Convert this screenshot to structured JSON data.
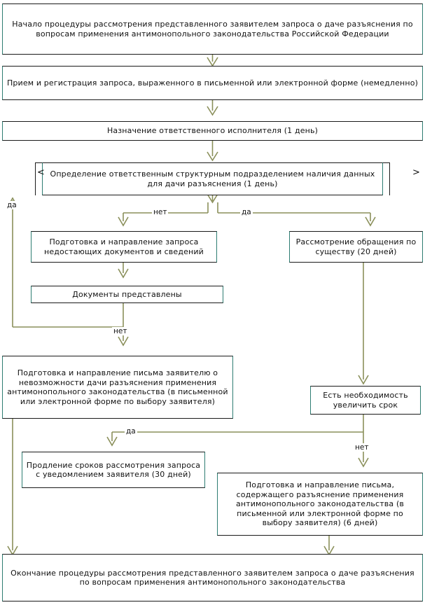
{
  "diagram": {
    "title": "Блок-схема процедуры рассмотрения запроса о даче разъяснения",
    "colors": {
      "box_border": "#1a1a1a",
      "box_border_side": "#2e7d72",
      "connector": "#8a8f5a",
      "connector_alt": "#2e7d72",
      "text": "#111111",
      "background": "#ffffff"
    },
    "nodes": [
      {
        "id": "start",
        "text": "Начало процедуры рассмотрения представленного заявителем запроса о даче разъяснения по вопросам применения антимонопольного законодательства Российской Федерации"
      },
      {
        "id": "receive",
        "text": "Прием и регистрация запроса, выраженного в письменной или электронной форме (немедленно)"
      },
      {
        "id": "assign",
        "text": "Назначение ответственного исполнителя (1 день)"
      },
      {
        "id": "decision",
        "text": "Определение ответственным структурным подразделением наличия данных для дачи разъяснения (1 день)"
      },
      {
        "id": "request-docs",
        "text": "Подготовка и направление запроса недостающих документов и сведений"
      },
      {
        "id": "review-merits",
        "text": "Рассмотрение обращения по существу (20 дней)"
      },
      {
        "id": "docs-provided",
        "text": "Документы представлены"
      },
      {
        "id": "impossible-letter",
        "text": "Подготовка и направление письма заявителю о невозможности дачи разъяснения применения антимонопольного законодательства (в письменной или электронной форме по выбору заявителя)"
      },
      {
        "id": "need-extension",
        "text": "Есть необходимость увеличить срок"
      },
      {
        "id": "extend-term",
        "text": "Продление сроков рассмотрения запроса с уведомлением заявителя (30 дней)"
      },
      {
        "id": "send-clarification",
        "text": "Подготовка и направление письма, содержащего разъяснение применения антимонопольного законодательства (в письменной или электронной форме по выбору заявителя) (6 дней)"
      },
      {
        "id": "end",
        "text": "Окончание процедуры рассмотрения представленного заявителем запроса о даче разъяснения по вопросам применения антимонопольного законодательства"
      }
    ],
    "edge_labels": [
      {
        "id": "label-da-left",
        "text": "да"
      },
      {
        "id": "label-net-mid",
        "text": "нет"
      },
      {
        "id": "label-da-mid",
        "text": "да"
      },
      {
        "id": "label-net-docs",
        "text": "нет"
      },
      {
        "id": "label-da-ext",
        "text": "да"
      },
      {
        "id": "label-net-ext",
        "text": "нет"
      }
    ],
    "decision_carets": [
      {
        "id": "caret-left",
        "glyph": "<"
      },
      {
        "id": "caret-right",
        "glyph": ">"
      }
    ]
  }
}
